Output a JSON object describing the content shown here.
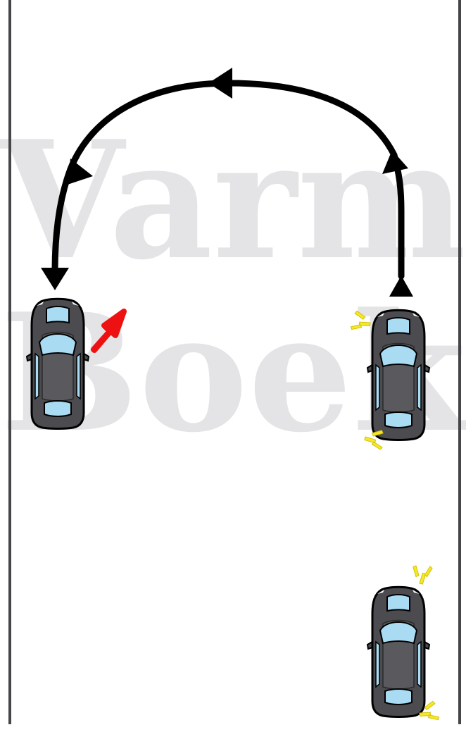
{
  "watermark": {
    "line1": "Varm",
    "line2": "Boek"
  },
  "colors": {
    "background": "#ffffff",
    "road_edge": "#46454a",
    "watermark": "#e4e4e6",
    "car_body": "#4c4b50",
    "car_glass": "#a9dcf3",
    "path": "#000000",
    "direction_arrow": "#ee1111",
    "indicator_flash": "#f5e82a"
  },
  "icons": {
    "car": "car-top-view-icon",
    "path_arrow": "triangle-arrowhead-icon",
    "direction": "red-arrow-icon",
    "flash": "indicator-flash-icon"
  },
  "diagram": {
    "type": "turning-maneuver",
    "cars": [
      {
        "id": "car-start",
        "facing": "up",
        "indicators": "front-rear"
      },
      {
        "id": "car-end",
        "facing": "up",
        "indicators": "none"
      },
      {
        "id": "car-oncoming",
        "facing": "up",
        "indicators": "front-rear"
      }
    ],
    "path_direction": "counterclockwise",
    "path_arrowheads": 5
  }
}
